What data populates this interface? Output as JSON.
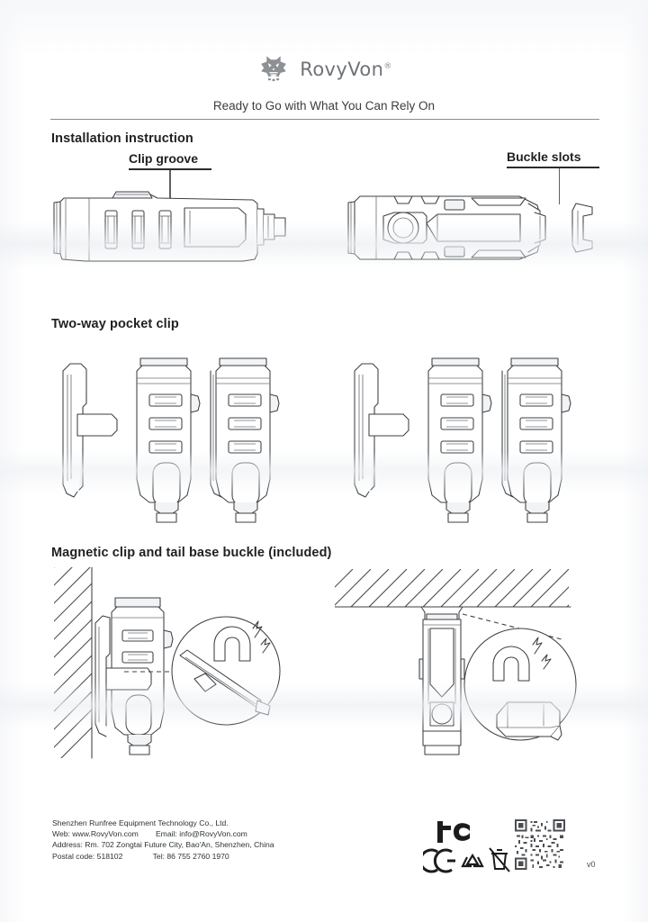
{
  "document": {
    "brand_name": "RovyVon",
    "brand_registered": "®",
    "brand_logo_icon": "wolf-head-logo-icon",
    "tagline": "Ready to Go with What You Can Rely On",
    "version": "v0"
  },
  "sections": {
    "installation": {
      "heading": "Installation instruction",
      "callouts": [
        {
          "label": "Clip groove",
          "position": "left"
        },
        {
          "label": "Buckle slots",
          "position": "right"
        }
      ],
      "figures": [
        {
          "name": "flashlight-side-view-clip-grooves"
        },
        {
          "name": "flashlight-top-view-buckle-slots"
        },
        {
          "name": "detached-buckle-bracket"
        }
      ]
    },
    "pocket_clip": {
      "heading": "Two-way pocket clip",
      "figures": [
        {
          "name": "pocket-clip-detached-forward"
        },
        {
          "name": "flashlight-clip-forward"
        },
        {
          "name": "flashlight-clip-attached-forward"
        },
        {
          "name": "pocket-clip-detached-reverse"
        },
        {
          "name": "flashlight-clip-reverse"
        },
        {
          "name": "flashlight-clip-attached-reverse"
        }
      ]
    },
    "magnetic": {
      "heading": "Magnetic clip and tail base buckle (included)",
      "figures": [
        {
          "name": "flashlight-on-vertical-wall"
        },
        {
          "name": "magnetic-clip-detail-circle",
          "icon": "horseshoe-magnet-icon"
        },
        {
          "name": "flashlight-on-ceiling"
        },
        {
          "name": "tail-base-buckle-detail-circle",
          "icon": "horseshoe-magnet-icon"
        }
      ]
    }
  },
  "footer": {
    "company": "Shenzhen Runfree Equipment Technology Co., Ltd.",
    "web_line": "Web: www.RovyVon.com        Email: info@RovyVon.com",
    "address_line": "Address: Rm. 702 Zongtai Future City, Bao'An, Shenzhen, China",
    "postal_line": "Postal code: 518102              Tel: 86 755 2760 1970",
    "certifications": [
      "FC",
      "CE",
      "recycle",
      "weee"
    ],
    "qr_code": "qr-code-icon"
  },
  "colors": {
    "ink": "#231f20",
    "line": "#3c3f43",
    "paper": "#ffffff"
  }
}
